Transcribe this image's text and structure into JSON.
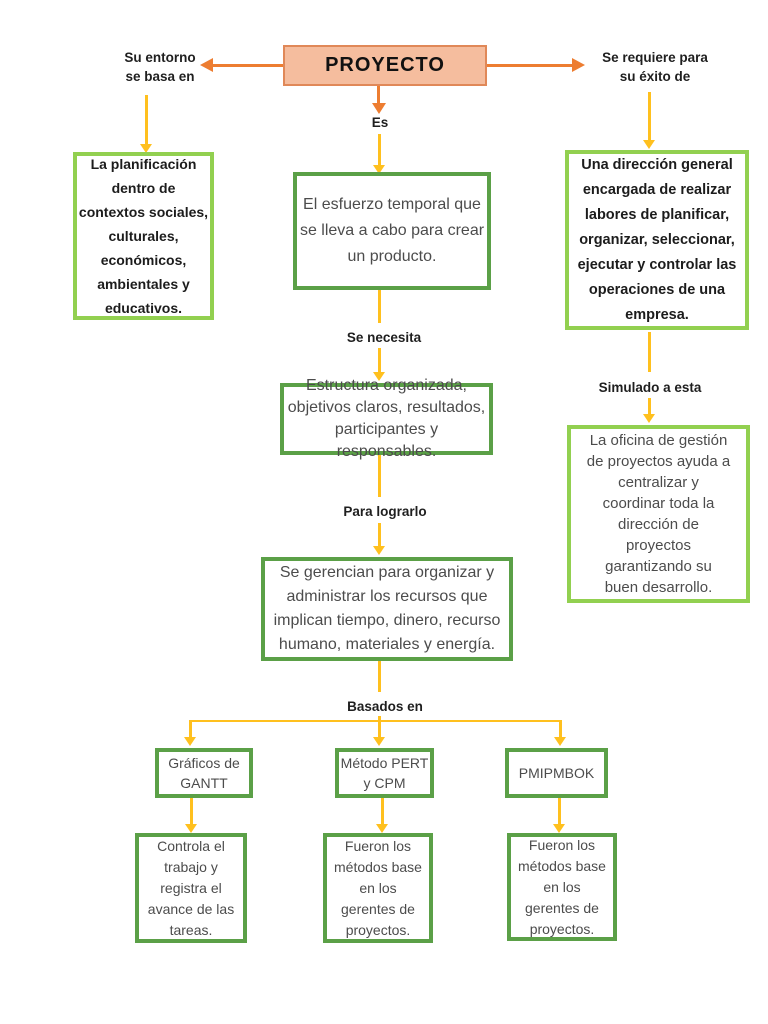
{
  "title": "PROYECTO",
  "colors": {
    "root_fill": "#F5BD9E",
    "root_border": "#E08858",
    "orange_arrow": "#ED7D31",
    "yellow_arrow": "#FFC01E",
    "green_light_border": "#92D050",
    "green_dark_border": "#5BA047"
  },
  "labels": {
    "es": "Es",
    "su_entorno": "Su entorno\nse basa en",
    "se_requiere": "Se requiere para\nsu éxito de",
    "se_necesita": "Se necesita",
    "para_lograrlo": "Para lograrlo",
    "basados_en": "Basados en",
    "simulado": "Simulado a esta"
  },
  "nodes": {
    "planificacion": "La planificación\ndentro de\ncontextos sociales,\nculturales,\neconómicos,\nambientales y\neducativos.",
    "esfuerzo": "El esfuerzo temporal que\nse lleva a cabo para crear\nun producto.",
    "estructura": "Estructura organizada,\nobjetivos claros, resultados,\nparticipantes y responsables.",
    "gerencian": "Se gerencian para organizar y\nadministrar los recursos que\nimplican tiempo, dinero, recurso\nhumano, materiales y energía.",
    "direccion": "Una dirección general\nencargada de realizar\nlabores de planificar,\norganizar, seleccionar,\nejecutar y controlar las\noperaciones de una\nempresa.",
    "oficina": "La oficina de gestión\nde proyectos ayuda a\ncentralizar y\ncoordinar toda la\ndirección de\nproyectos\ngarantizando su\nbuen desarrollo.",
    "gantt": "Gráficos de\nGANTT",
    "pert": "Método PERT\ny CPM",
    "pmbok": "PMIPMBOK",
    "controla": "Controla el\ntrabajo y\nregistra el\navance de las\ntareas.",
    "fueron_pert": "Fueron los\nmétodos base\nen los\ngerentes de\nproyectos.",
    "fueron_pmbok": "Fueron los\nmétodos base\nen los\ngerentes de\nproyectos."
  }
}
